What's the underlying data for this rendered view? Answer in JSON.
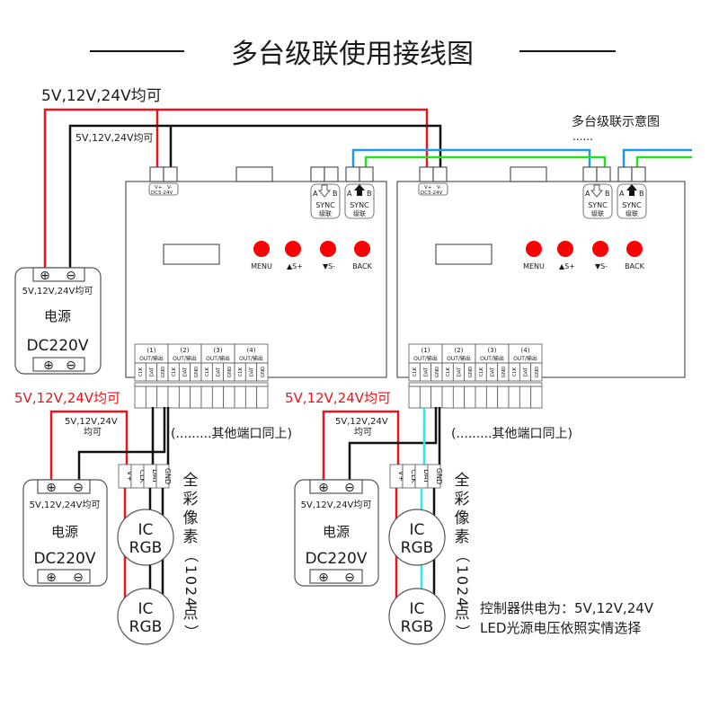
{
  "title": "多台级联使用接线图",
  "cascade_note": {
    "title": "多台级联示意图",
    "dots": "......"
  },
  "top_voltage_label": "5V,12V,24V均可",
  "top_inner_voltage_label": "5V,12V,24V均可",
  "controllers": [
    {
      "power_terminal": {
        "vplus": "V+",
        "vminus": "V-",
        "range": "DC5-24V"
      },
      "sync_in": {
        "a": "A",
        "b": "B",
        "label": "SYNC",
        "sub": "级联",
        "arrow": "down-outline"
      },
      "sync_out": {
        "a": "A",
        "b": "B",
        "label": "SYNC",
        "sub": "级联",
        "arrow": "up-filled"
      },
      "buttons": [
        {
          "label": "MENU"
        },
        {
          "label": "▲S+"
        },
        {
          "label": "▼S-"
        },
        {
          "label": "BACK"
        }
      ],
      "outputs": [
        {
          "num": "(1)",
          "label": "OUT/输出",
          "pins": [
            "CLK",
            "DAT",
            "GND"
          ]
        },
        {
          "num": "(2)",
          "label": "OUT/输出",
          "pins": [
            "CLK",
            "DAT",
            "GND"
          ]
        },
        {
          "num": "(3)",
          "label": "OUT/输出",
          "pins": [
            "CLK",
            "DAT",
            "GND"
          ]
        },
        {
          "num": "(4)",
          "label": "OUT/输出",
          "pins": [
            "CLK",
            "DAT",
            "GND"
          ]
        }
      ]
    },
    {
      "power_terminal": {
        "vplus": "V+",
        "vminus": "V-",
        "range": "DC5-24V"
      },
      "sync_in": {
        "a": "A",
        "b": "B",
        "label": "SYNC",
        "sub": "级联",
        "arrow": "down-outline"
      },
      "sync_out": {
        "a": "A",
        "b": "B",
        "label": "SYNC",
        "sub": "级联",
        "arrow": "up-filled"
      },
      "buttons": [
        {
          "label": "MENU"
        },
        {
          "label": "▲S+"
        },
        {
          "label": "▼S-"
        },
        {
          "label": "BACK"
        }
      ],
      "outputs": [
        {
          "num": "(1)",
          "label": "OUT/输出",
          "pins": [
            "CLK",
            "DAT",
            "GND"
          ]
        },
        {
          "num": "(2)",
          "label": "OUT/输出",
          "pins": [
            "CLK",
            "DAT",
            "GND"
          ]
        },
        {
          "num": "(3)",
          "label": "OUT/输出",
          "pins": [
            "CLK",
            "DAT",
            "GND"
          ]
        },
        {
          "num": "(4)",
          "label": "OUT/输出",
          "pins": [
            "CLK",
            "DAT",
            "GND"
          ]
        }
      ]
    }
  ],
  "power_supplies": [
    {
      "plus": "⊕",
      "minus": "⊖",
      "voltage": "5V,12V,24V均可",
      "name": "电源",
      "input": "DC220V"
    },
    {
      "plus": "⊕",
      "minus": "⊖",
      "voltage": "5V,12V,24V均可",
      "name": "电源",
      "input": "DC220V"
    },
    {
      "plus": "⊕",
      "minus": "⊖",
      "voltage": "5V,12V,24V均可",
      "name": "电源",
      "input": "DC220V"
    }
  ],
  "strips": [
    {
      "supply_label": "5V,12V,24V均可",
      "small_label_1": "5V,12V,24V",
      "small_label_2": "均可",
      "other_ports": "(.........其他端口同上)",
      "pins": [
        "V+",
        "CLK",
        "DAT",
        "GND"
      ],
      "pixel_chip": [
        "IC",
        "RGB"
      ],
      "vertical_note": [
        "全",
        "彩",
        "像",
        "素",
        "（",
        "1",
        "0",
        "2",
        "4",
        "点",
        "）"
      ]
    },
    {
      "supply_label": "5V,12V,24V均可",
      "small_label_1": "5V,12V,24V",
      "small_label_2": "均可",
      "other_ports": "(.........其他端口同上)",
      "pins": [
        "V+",
        "CLK",
        "DAT",
        "GND"
      ],
      "pixel_chip": [
        "IC",
        "RGB"
      ],
      "vertical_note": [
        "全",
        "彩",
        "像",
        "素",
        "（",
        "1",
        "0",
        "2",
        "4",
        "点",
        "）"
      ]
    }
  ],
  "footnote": {
    "line1": "控制器供电为：5V,12V,24V",
    "line2": "LED光源电压依照实情选择"
  },
  "colors": {
    "power_positive": "#e8141b",
    "ground": "#111111",
    "sync_a": "#1e9be0",
    "sync_b": "#22e022",
    "data_alt": "#2ee6f0",
    "button": "#ff0000"
  }
}
